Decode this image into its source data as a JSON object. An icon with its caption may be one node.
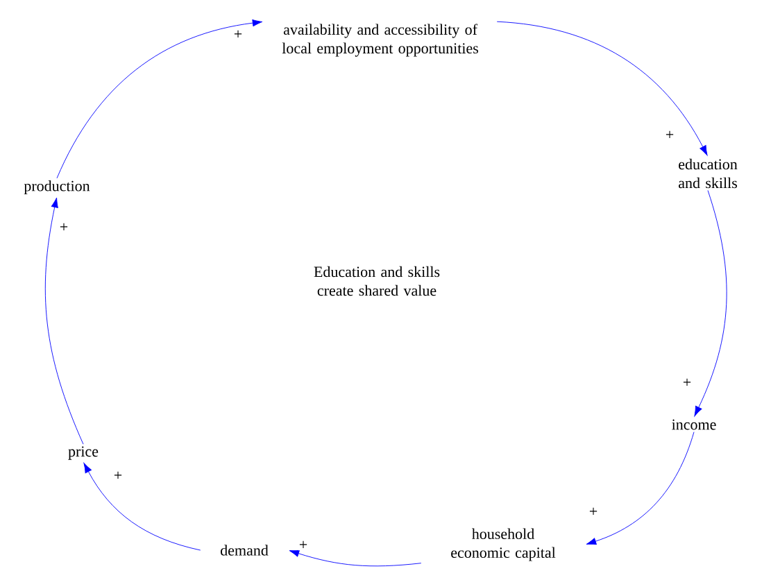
{
  "diagram": {
    "nodes": [
      {
        "text": [
          "availability and accessibility of local employment opportunities"
        ]
      },
      {
        "text": [
          "education and skills"
        ]
      },
      {
        "text": [
          "income"
        ]
      },
      {
        "text": [
          "household economic capital"
        ]
      },
      {
        "text": [
          "demand"
        ]
      },
      {
        "text": [
          "price"
        ]
      },
      {
        "text": [
          "production"
        ]
      }
    ],
    "edges": [
      {
        "from": 0,
        "to": 1,
        "arrow": "to",
        "label": "+"
      },
      {
        "from": 1,
        "to": 2,
        "arrow": "to",
        "label": "+"
      },
      {
        "from": 2,
        "to": 3,
        "arrow": "to",
        "label": "+"
      },
      {
        "from": 3,
        "to": 4,
        "arrow": "to",
        "label": "+"
      },
      {
        "from": 4,
        "to": 5,
        "arrow": "to",
        "label": "+"
      },
      {
        "from": 5,
        "to": 6,
        "arrow": "to",
        "label": "+"
      },
      {
        "from": 6,
        "to": 0,
        "arrow": "to",
        "label": "+"
      }
    ],
    "labels": [
      "Education and skills create shared value"
    ]
  }
}
